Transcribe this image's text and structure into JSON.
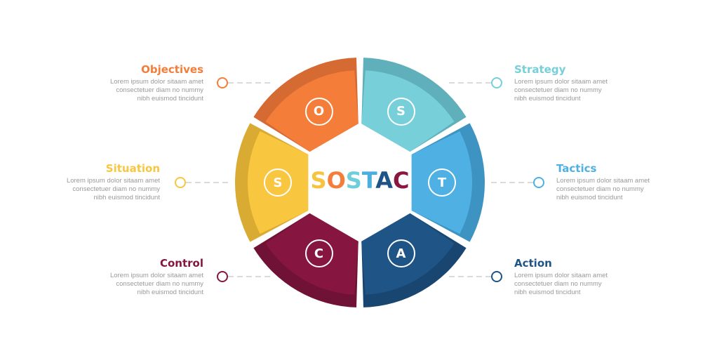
{
  "center": {
    "letters": [
      {
        "char": "S",
        "color": "#f7c43f"
      },
      {
        "char": "O",
        "color": "#f47d3a"
      },
      {
        "char": "S",
        "color": "#6ecfd9"
      },
      {
        "char": "T",
        "color": "#4aaee0"
      },
      {
        "char": "A",
        "color": "#1f5486"
      },
      {
        "char": "C",
        "color": "#891740"
      }
    ]
  },
  "segments": [
    {
      "key": "objectives",
      "letter": "O",
      "title": "Objectives",
      "color": "#f47d3a",
      "dark": "#d56a33",
      "side": "left",
      "desc": [
        "Lorem ipsum dolor sitaam amet",
        "consectetuer diam no nummy",
        "nibh euismod tincidunt"
      ]
    },
    {
      "key": "strategy",
      "letter": "S",
      "title": "Strategy",
      "color": "#76cfd9",
      "dark": "#5fb0ba",
      "side": "right",
      "desc": [
        "Lorem ipsum dolor sitaam amet",
        "consectetuer diam no nummy",
        "nibh euismod tincidunt"
      ]
    },
    {
      "key": "tactics",
      "letter": "T",
      "title": "Tactics",
      "color": "#4fb0e3",
      "dark": "#3d93c2",
      "side": "right",
      "desc": [
        "Lorem ipsum dolor sitaam amet",
        "consectetuer diam no nummy",
        "nibh euismod tincidunt"
      ]
    },
    {
      "key": "action",
      "letter": "A",
      "title": "Action",
      "color": "#1f5486",
      "dark": "#194670",
      "side": "right",
      "desc": [
        "Lorem ipsum dolor sitaam amet",
        "consectetuer diam no nummy",
        "nibh euismod tincidunt"
      ]
    },
    {
      "key": "control",
      "letter": "C",
      "title": "Control",
      "color": "#86163f",
      "dark": "#6f1235",
      "side": "left",
      "desc": [
        "Lorem ipsum dolor sitaam amet",
        "consectetuer diam no nummy",
        "nibh euismod tincidunt"
      ]
    },
    {
      "key": "situation",
      "letter": "S",
      "title": "Situation",
      "color": "#f8c63f",
      "dark": "#d9ab33",
      "side": "left",
      "desc": [
        "Lorem ipsum dolor sitaam amet",
        "consectetuer diam no nummy",
        "nibh euismod tincidunt"
      ]
    }
  ]
}
